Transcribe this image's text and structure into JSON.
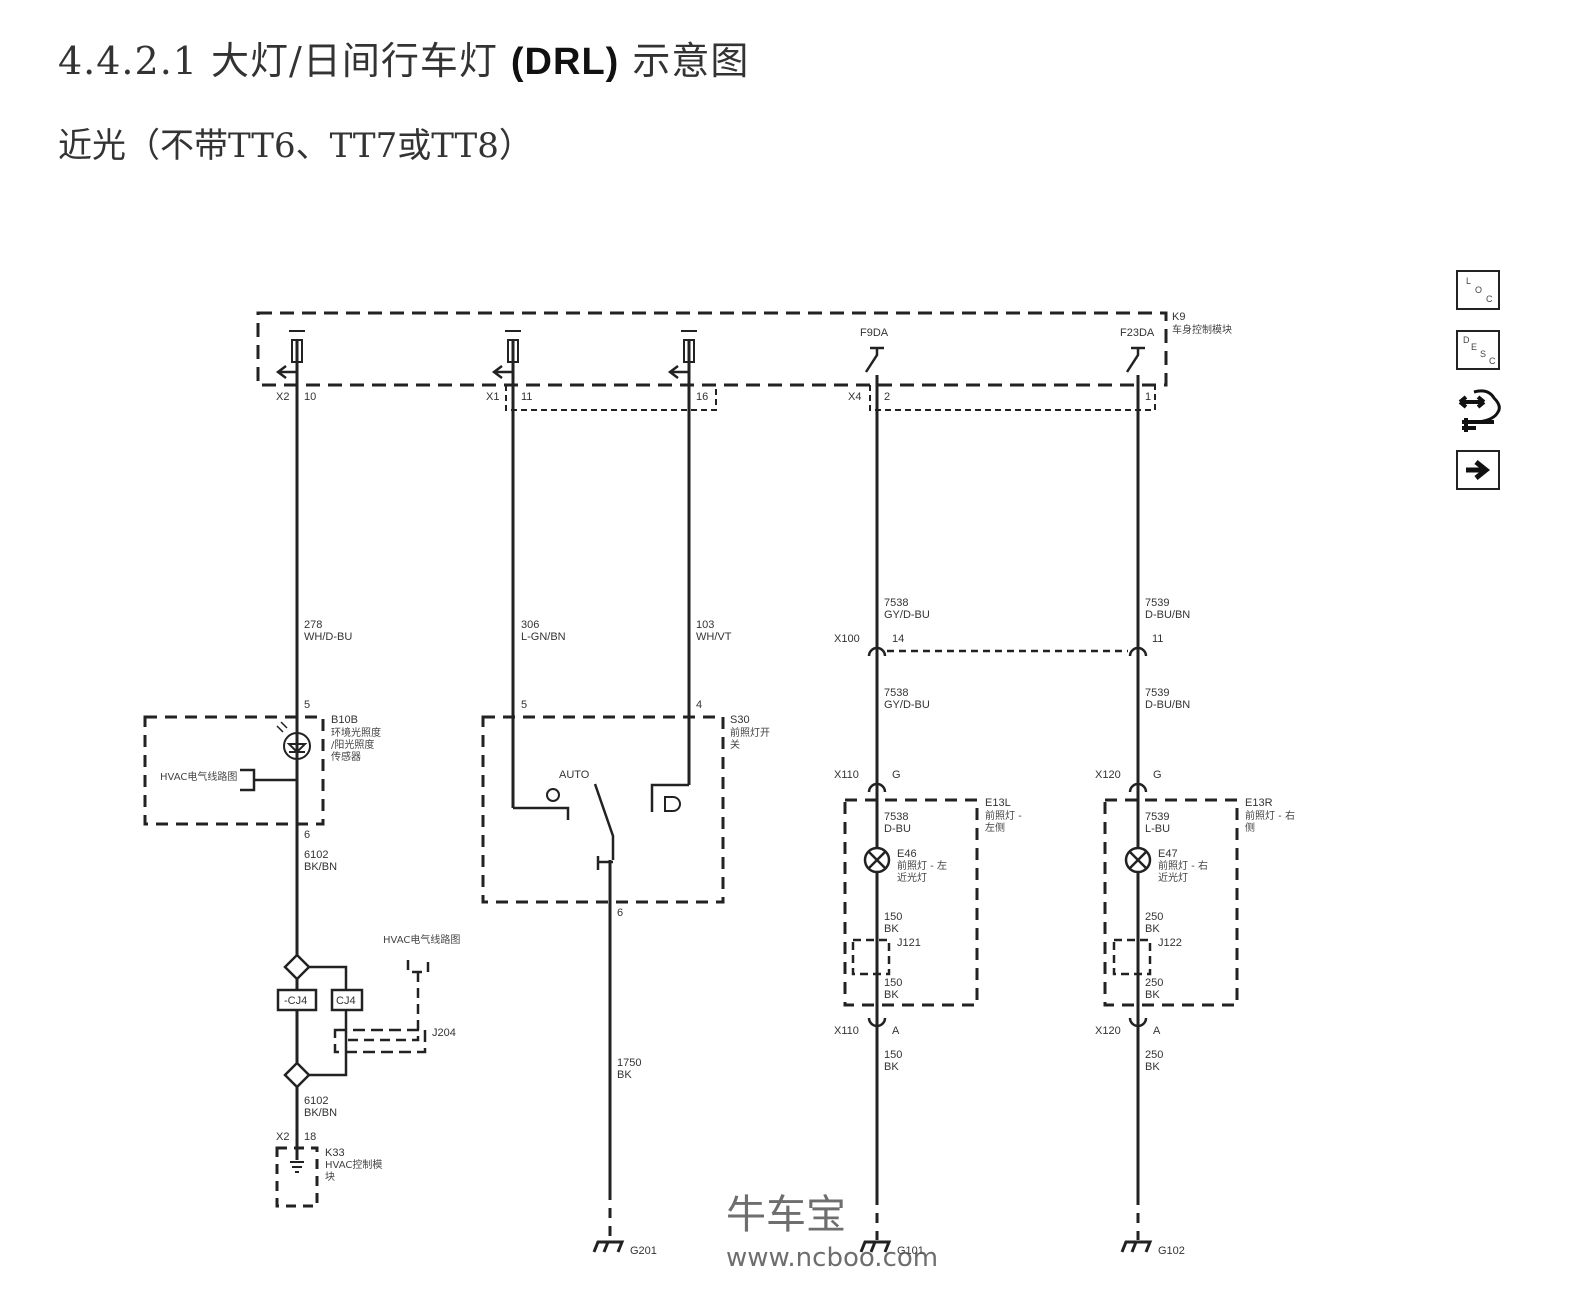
{
  "header": {
    "title_prefix": "4.4.2.1 大灯/日间行车灯 ",
    "title_bold": "(DRL)",
    "title_suffix": " 示意图",
    "subtitle": "近光（不带TT6、TT7或TT8）"
  },
  "side_toolbar": {
    "loc": {
      "letters": [
        "L",
        "O",
        "C"
      ]
    },
    "desc": {
      "letters": [
        "D",
        "E",
        "S",
        "C"
      ]
    },
    "connector_icon": "connector-icon",
    "next_icon": "arrow-right-icon"
  },
  "diagram": {
    "bcm": {
      "id": "K9",
      "name": "车身控制模块",
      "fuses": [
        "F9DA",
        "F23DA"
      ]
    },
    "circuits": [
      {
        "connector": "X2",
        "pin": "10",
        "wire_no": "278",
        "color": "WH/D-BU"
      },
      {
        "connector": "X1",
        "pin": "11",
        "wire_no": "306",
        "color": "L-GN/BN"
      },
      {
        "connector": "",
        "pin": "16",
        "wire_no": "103",
        "color": "WH/VT"
      },
      {
        "connector": "X4",
        "pin": "2",
        "wire_no": "7538",
        "color": "GY/D-BU"
      },
      {
        "connector": "",
        "pin": "1",
        "wire_no": "7539",
        "color": "D-BU/BN"
      }
    ],
    "sensor": {
      "id": "B10B",
      "name_lines": [
        "环境光照度",
        "/阳光照度",
        "传感器"
      ],
      "pin_in": "5",
      "pin_out": "6",
      "ref": "HVAC电气线路图"
    },
    "sensor_out_wire": {
      "wire_no": "6102",
      "color": "BK/BN"
    },
    "cj4": {
      "left": "-CJ4",
      "right": "CJ4",
      "ref": "HVAC电气线路图",
      "j": "J204"
    },
    "hvac_wire": {
      "wire_no": "6102",
      "color": "BK/BN",
      "connector": "X2",
      "pin": "18"
    },
    "hvac_module": {
      "id": "K33",
      "name_lines": [
        "HVAC控制模",
        "块"
      ]
    },
    "switch": {
      "id": "S30",
      "name_lines": [
        "前照灯开",
        "关"
      ],
      "pin_left": "5",
      "pin_right": "4",
      "pin_out": "6",
      "auto": "AUTO"
    },
    "switch_out_wire": {
      "wire_no": "1750",
      "color": "BK"
    },
    "x100": {
      "connector": "X100",
      "pin_left": "14",
      "pin_right": "11"
    },
    "left_after": {
      "wire_no": "7538",
      "color": "GY/D-BU"
    },
    "right_after": {
      "wire_no": "7539",
      "color": "D-BU/BN"
    },
    "x110": {
      "connector": "X110",
      "pin_top": "G",
      "pin_bottom": "A"
    },
    "x120": {
      "connector": "X120",
      "pin_top": "G",
      "pin_bottom": "A"
    },
    "left_lamp": {
      "assy": "E13L",
      "assy_lines": [
        "前照灯 -",
        "左侧"
      ],
      "wire_no": "7538",
      "color": "D-BU",
      "bulb": "E46",
      "bulb_lines": [
        "前照灯 - 左",
        "近光灯"
      ],
      "gnd_wire": "150",
      "gnd_color": "BK",
      "j": "J121"
    },
    "right_lamp": {
      "assy": "E13R",
      "assy_lines": [
        "前照灯 - 右",
        "侧"
      ],
      "wire_no": "7539",
      "color": "L-BU",
      "bulb": "E47",
      "bulb_lines": [
        "前照灯 - 右",
        "近光灯"
      ],
      "gnd_wire": "250",
      "gnd_color": "BK",
      "j": "J122"
    },
    "grounds": [
      "G201",
      "G101",
      "G102"
    ]
  },
  "watermark": {
    "name": "牛车宝",
    "url": "www.ncboo.com"
  }
}
